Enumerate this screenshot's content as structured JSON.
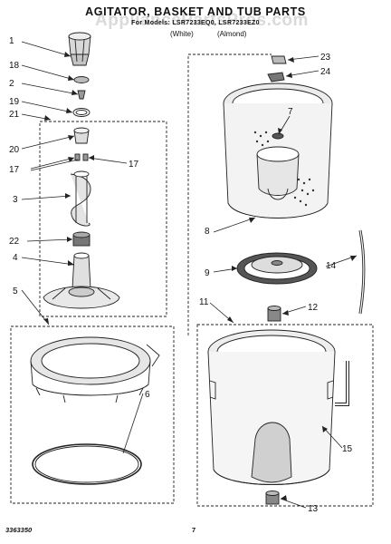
{
  "header": {
    "title": "AGITATOR, BASKET AND TUB PARTS",
    "model_line": "For Models: LSR7233EQ0, LSR7233EZ0",
    "color_white": "(White)",
    "color_almond": "(Almond)"
  },
  "watermark": "AppliancePartsPros.com",
  "footer": {
    "part_number": "3363350",
    "page": "7"
  },
  "callouts": [
    "1",
    "18",
    "2",
    "19",
    "21",
    "20",
    "17",
    "17",
    "3",
    "22",
    "4",
    "5",
    "6",
    "23",
    "24",
    "7",
    "8",
    "9",
    "14",
    "11",
    "12",
    "15",
    "13"
  ]
}
